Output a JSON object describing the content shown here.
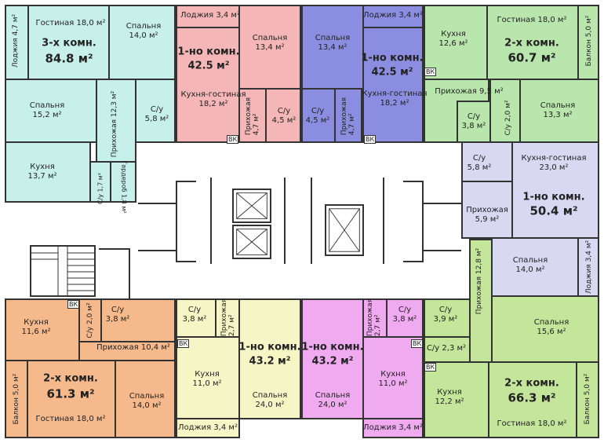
{
  "apartments": {
    "a1": {
      "type": "3-х комн.",
      "area": "84.8 м²",
      "color": "#c8f0ea"
    },
    "a2": {
      "type": "1-но комн.",
      "area": "42.5 м²",
      "color": "#f5b6b8"
    },
    "a3": {
      "type": "1-но комн.",
      "area": "42.5 м²",
      "color": "#8b8ee0"
    },
    "a4": {
      "type": "2-х комн.",
      "area": "60.7 м²",
      "color": "#b9e6ad"
    },
    "a5": {
      "type": "1-но комн.",
      "area": "50.4 м²",
      "color": "#d8d8f2"
    },
    "a6": {
      "type": "2-х комн.",
      "area": "61.3 м²",
      "color": "#f6b98c"
    },
    "a7": {
      "type": "1-но комн.",
      "area": "43.2 м²",
      "color": "#f6f5c6"
    },
    "a8": {
      "type": "1-но комн.",
      "area": "43.2 м²",
      "color": "#f0aaf0"
    },
    "a9": {
      "type": "2-х комн.",
      "area": "66.3 м²",
      "color": "#c4e69a"
    }
  },
  "rooms": {
    "a1_living": {
      "name": "Гостиная",
      "area": "18,0 м²"
    },
    "a1_loggia": {
      "name": "Лоджия",
      "area": "4,7 м²"
    },
    "a1_bed1": {
      "name": "Спальня",
      "area": "14,0 м²"
    },
    "a1_bed2": {
      "name": "Спальня",
      "area": "15,2 м²"
    },
    "a1_hall": {
      "name": "Прихожая",
      "area": "12,3 м²"
    },
    "a1_wc1": {
      "name": "С/у",
      "area": "5,8 м²"
    },
    "a1_kitchen": {
      "name": "Кухня",
      "area": "13,7 м²"
    },
    "a1_wc2": {
      "name": "С/у",
      "area": "1,7 м²"
    },
    "a1_wardrobe": {
      "name": "Гардероб",
      "area": "1,8 м²"
    },
    "a2_loggia": {
      "name": "Лоджия",
      "area": "3,4 м²"
    },
    "a2_bed": {
      "name": "Спальня",
      "area": "13,4 м²"
    },
    "a2_kitchen": {
      "name": "Кухня-гостиная",
      "area": "18,2 м²"
    },
    "a2_hall": {
      "name": "Прихожая",
      "area": "4,7 м²"
    },
    "a2_wc": {
      "name": "С/у",
      "area": "4,5 м²"
    },
    "a3_bed": {
      "name": "Спальня",
      "area": "13,4 м²"
    },
    "a3_loggia": {
      "name": "Лоджия",
      "area": "3,4 м²"
    },
    "a3_wc": {
      "name": "С/у",
      "area": "4,5 м²"
    },
    "a3_hall": {
      "name": "Прихожая",
      "area": "4,7 м²"
    },
    "a3_kitchen": {
      "name": "Кухня-гостиная",
      "area": "18,2 м²"
    },
    "a4_kitchen": {
      "name": "Кухня",
      "area": "12,6 м²"
    },
    "a4_living": {
      "name": "Гостиная",
      "area": "18,0 м²"
    },
    "a4_balcony": {
      "name": "Балкон",
      "area": "5,0 м²"
    },
    "a4_hall": {
      "name": "Прихожая",
      "area": "9,5 м²"
    },
    "a4_wc1": {
      "name": "С/у",
      "area": "3,8 м²"
    },
    "a4_wc2": {
      "name": "С/у",
      "area": "2,0 м²"
    },
    "a4_bed": {
      "name": "Спальня",
      "area": "13,3 м²"
    },
    "a5_wc": {
      "name": "С/у",
      "area": "5,8 м²"
    },
    "a5_kitchen": {
      "name": "Кухня-гостиная",
      "area": "23,0 м²"
    },
    "a5_hall": {
      "name": "Прихожая",
      "area": "5,9 м²"
    },
    "a5_bed": {
      "name": "Спальня",
      "area": "14,0 м²"
    },
    "a5_loggia": {
      "name": "Лоджия",
      "area": "3,4 м²"
    },
    "a6_kitchen": {
      "name": "Кухня",
      "area": "11,6 м²"
    },
    "a6_wc1": {
      "name": "С/у",
      "area": "2,0 м²"
    },
    "a6_wc2": {
      "name": "С/у",
      "area": "3,8 м²"
    },
    "a6_hall": {
      "name": "Прихожая",
      "area": "10,4 м²"
    },
    "a6_balcony": {
      "name": "Балкон",
      "area": "5,0 м²"
    },
    "a6_bed": {
      "name": "Спальня",
      "area": "14,0 м²"
    },
    "a6_living": {
      "name": "Гостиная",
      "area": "18,0 м²"
    },
    "a7_wc": {
      "name": "С/у",
      "area": "3,8 м²"
    },
    "a7_hall": {
      "name": "Прихожая",
      "area": "2,7 м²"
    },
    "a7_kitchen": {
      "name": "Кухня",
      "area": "11,0 м²"
    },
    "a7_bed": {
      "name": "Спальня",
      "area": "24,0 м²"
    },
    "a7_loggia": {
      "name": "Лоджия",
      "area": "3,4 м²"
    },
    "a8_hall": {
      "name": "Прихожая",
      "area": "2,7 м²"
    },
    "a8_wc": {
      "name": "С/у",
      "area": "3,8 м²"
    },
    "a8_bed": {
      "name": "Спальня",
      "area": "24,0 м²"
    },
    "a8_kitchen": {
      "name": "Кухня",
      "area": "11,0 м²"
    },
    "a8_loggia": {
      "name": "Лоджия",
      "area": "3,4 м²"
    },
    "a9_wc1": {
      "name": "С/у",
      "area": "3,9 м²"
    },
    "a9_hall": {
      "name": "Прихожая",
      "area": "12,8 м²"
    },
    "a9_bed": {
      "name": "Спальня",
      "area": "15,6 м²"
    },
    "a9_wc2": {
      "name": "С/у",
      "area": "2,3 м²"
    },
    "a9_kitchen": {
      "name": "Кухня",
      "area": "12,2 м²"
    },
    "a9_balcony": {
      "name": "Балкон",
      "area": "5,0 м²"
    },
    "a9_living": {
      "name": "Гостиная",
      "area": "18,0 м²"
    }
  },
  "labels": {
    "vk": "ВК"
  }
}
